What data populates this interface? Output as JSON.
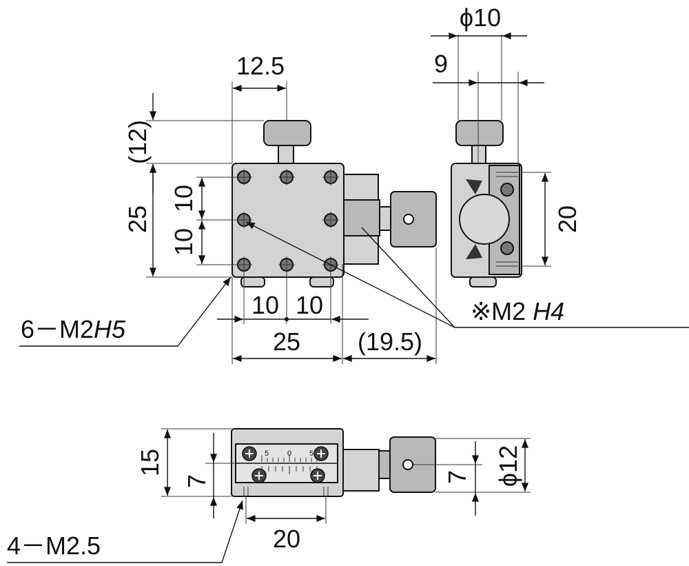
{
  "top_view": {
    "width_12_5": "12.5",
    "knob_offset": "(12)",
    "height_25": "25",
    "spacing_10_a": "10",
    "spacing_10_b": "10",
    "spacing_10_c": "10",
    "spacing_10_d": "10",
    "width_25": "25",
    "knob_extent": "(19.5)",
    "tapped_holes": "6－M2",
    "tapped_depth": "H5"
  },
  "side_view": {
    "knob_dia": "ϕ10",
    "dim_9": "9",
    "dim_20": "20",
    "note_prefix": "※M2",
    "note_depth": "H4"
  },
  "front_view": {
    "height_15": "15",
    "height_7": "7",
    "width_20": "20",
    "knob_height_7": "7",
    "knob_dia": "ϕ12",
    "mount_holes": "4－M2.5",
    "scale_tick_a": "5",
    "scale_tick_b": "0",
    "scale_tick_c": "5"
  }
}
